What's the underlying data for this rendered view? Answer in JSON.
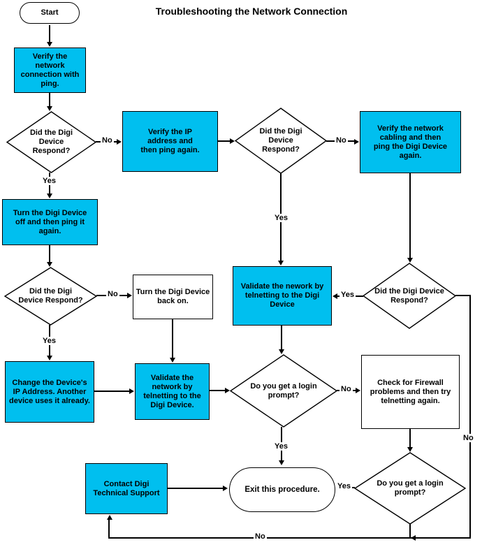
{
  "title": "Troubleshooting the Network Connection",
  "labels": {
    "yes": "Yes",
    "no": "No"
  },
  "colors": {
    "process_fill": "#00BFEF",
    "decision_fill": "#FFFFFF",
    "stroke": "#000000"
  },
  "nodes": {
    "start": {
      "type": "terminator",
      "text": "Start"
    },
    "verify_ping": {
      "type": "process",
      "text": "Verify the\nnetwork\nconnection with\nping."
    },
    "d_respond_1": {
      "type": "decision",
      "text": "Did the Digi\nDevice\nRespond?"
    },
    "verify_ip": {
      "type": "process",
      "text": "Verify the IP\naddress and\nthen ping again."
    },
    "d_respond_2": {
      "type": "decision",
      "text": "Did the Digi\nDevice\nRespond?"
    },
    "verify_cabling": {
      "type": "process",
      "text": "Verify the network\ncabling and then\nping the Digi Device\nagain."
    },
    "turn_off": {
      "type": "process",
      "text": "Turn the Digi Device\noff and then ping it\nagain."
    },
    "d_respond_3": {
      "type": "decision",
      "text": "Did the Digi\nDevice Respond?"
    },
    "turn_back_on": {
      "type": "process-alt",
      "text": "Turn the Digi Device\nback on."
    },
    "validate_telnet_1": {
      "type": "process",
      "text": "Validate the nework by\ntelnetting to the Digi\nDevice"
    },
    "d_respond_4": {
      "type": "decision",
      "text": "Did the Digi Device\nRespond?"
    },
    "change_ip": {
      "type": "process",
      "text": "Change the Device's\nIP Address. Another\ndevice uses it already."
    },
    "validate_telnet_2": {
      "type": "process",
      "text": "Validate the\nnetwork by\ntelnetting to the\nDigi Device."
    },
    "d_login_1": {
      "type": "decision",
      "text": "Do you get a login\nprompt?"
    },
    "check_firewall": {
      "type": "process-alt",
      "text": "Check for Firewall\nproblems and then try\ntelnetting again."
    },
    "contact_support": {
      "type": "process",
      "text": "Contact Digi\nTechnical Support"
    },
    "exit": {
      "type": "terminator",
      "text": "Exit this procedure."
    },
    "d_login_2": {
      "type": "decision",
      "text": "Do you get a login\nprompt?"
    }
  },
  "edges": [
    {
      "from": "start",
      "to": "verify_ping",
      "label": null
    },
    {
      "from": "verify_ping",
      "to": "d_respond_1",
      "label": null
    },
    {
      "from": "d_respond_1",
      "to": "verify_ip",
      "label": "No"
    },
    {
      "from": "d_respond_1",
      "to": "turn_off",
      "label": "Yes"
    },
    {
      "from": "verify_ip",
      "to": "d_respond_2",
      "label": null
    },
    {
      "from": "d_respond_2",
      "to": "verify_cabling",
      "label": "No"
    },
    {
      "from": "d_respond_2",
      "to": "validate_telnet_1",
      "label": "Yes"
    },
    {
      "from": "verify_cabling",
      "to": "d_respond_4",
      "label": null
    },
    {
      "from": "d_respond_4",
      "to": "validate_telnet_1",
      "label": "Yes"
    },
    {
      "from": "d_respond_4",
      "to": "contact_support",
      "label": "No"
    },
    {
      "from": "turn_off",
      "to": "d_respond_3",
      "label": null
    },
    {
      "from": "d_respond_3",
      "to": "turn_back_on",
      "label": "No"
    },
    {
      "from": "d_respond_3",
      "to": "change_ip",
      "label": "Yes"
    },
    {
      "from": "turn_back_on",
      "to": "validate_telnet_2",
      "label": null
    },
    {
      "from": "change_ip",
      "to": "validate_telnet_2",
      "label": null
    },
    {
      "from": "validate_telnet_2",
      "to": "d_login_1",
      "label": null
    },
    {
      "from": "validate_telnet_1",
      "to": "d_login_1",
      "label": null
    },
    {
      "from": "d_login_1",
      "to": "check_firewall",
      "label": "No"
    },
    {
      "from": "d_login_1",
      "to": "exit",
      "label": "Yes"
    },
    {
      "from": "check_firewall",
      "to": "d_login_2",
      "label": null
    },
    {
      "from": "d_login_2",
      "to": "exit",
      "label": "Yes"
    },
    {
      "from": "d_login_2",
      "to": "contact_support",
      "label": "No"
    },
    {
      "from": "contact_support",
      "to": "exit",
      "label": null
    }
  ]
}
